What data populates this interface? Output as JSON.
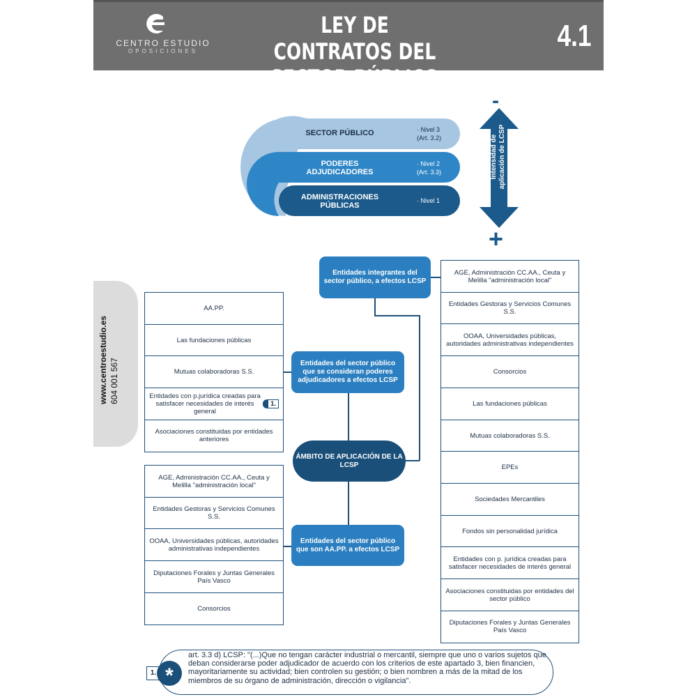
{
  "header": {
    "logo_line1": "CENTRO ESTUDIO",
    "logo_line2": "OPOSICIONES",
    "title_line1": "LEY DE CONTRATOS DEL",
    "title_line2": "SECTOR PÚBLICO",
    "section_number": "4.1"
  },
  "levels": [
    {
      "name": "SECTOR PÚBLICO",
      "note1": "· Nivel 3",
      "note2": "(Art. 3.2)"
    },
    {
      "name1": "PODERES",
      "name2": "ADJUDICADORES",
      "note1": "· Nivel 2",
      "note2": "(Art. 3.3)"
    },
    {
      "name1": "ADMINISTRACIONES",
      "name2": "PÚBLICAS",
      "note1": "· Nivel 1"
    }
  ],
  "intensity": {
    "minus": "-",
    "plus": "+",
    "line1": "Intensidad de",
    "line2": "aplicación de LCSP"
  },
  "side": {
    "web": "www.centroestudio.es",
    "phone": "604 001 567"
  },
  "nodes": {
    "integrantes": "Entidades integrantes del sector público, a efectos LCSP",
    "poderes": "Entidades del sector público que se consideran poderes adjudicadores a efectos LCSP",
    "ambito": "ÁMBITO DE APLICACIÓN DE LA LCSP",
    "aapp": "Entidades del sector público que son AA.PP. a efectos LCSP"
  },
  "poderes_list": [
    "AA.PP.",
    "Las fundaciones públicas",
    "Mutuas colaboradoras S.S.",
    "Entidades con p.jurídica creadas para satisfacer necesidades de interés general",
    "Asociaciones constituidas por entidades anteriores"
  ],
  "footnote_ref": "1.",
  "aapp_list": [
    "AGE, Administración CC.AA., Ceuta y Melilla \"administración local\"",
    "Entidades Gestoras y Servicios Comunes S.S.",
    "OOAA, Universidades públicas, autoridades administrativas independientes",
    "Diputaciones Forales y Juntas Generales País Vasco",
    "Consorcios"
  ],
  "integrantes_list": [
    "AGE, Administración CC.AA., Ceuta y Melilla \"administración local\"",
    "Entidades Gestoras y Servicios Comunes S.S.",
    "OOAA, Universidades públicas, autoridades administrativas independientes",
    "Consorcios",
    "Las fundaciones públicas",
    "Mutuas colaboradoras S.S.",
    "EPEs",
    "Sociedades Mercantiles",
    "Fondos sin personalidad jurídica",
    "Entidades con p. jurídica creadas para satisfacer necesidades de interés general",
    "Asociaciones constituidas por entidades del sector público",
    "Diputaciones Forales y Juntas Generales País Vasco"
  ],
  "footnote": {
    "number": "1.",
    "text": "art. 3.3 d) LCSP: \"(...)Que no tengan carácter industrial o mercantil, siempre que uno o varios sujetos que deban considerarse poder adjudicador de acuerdo con los criterios de este apartado 3, bien financien, mayoritariamente su actividad; bien controlen su gestión; o bien nombren a más de la mitad de los miembros de su órgano de administración, dirección o vigilancia\"."
  },
  "colors": {
    "header": "#6f6f6f",
    "level3": "#a6c6e2",
    "level2": "#2f86c6",
    "level1": "#1b5a8a",
    "node": "#2b7fc0",
    "ambito": "#1a4f7a"
  }
}
